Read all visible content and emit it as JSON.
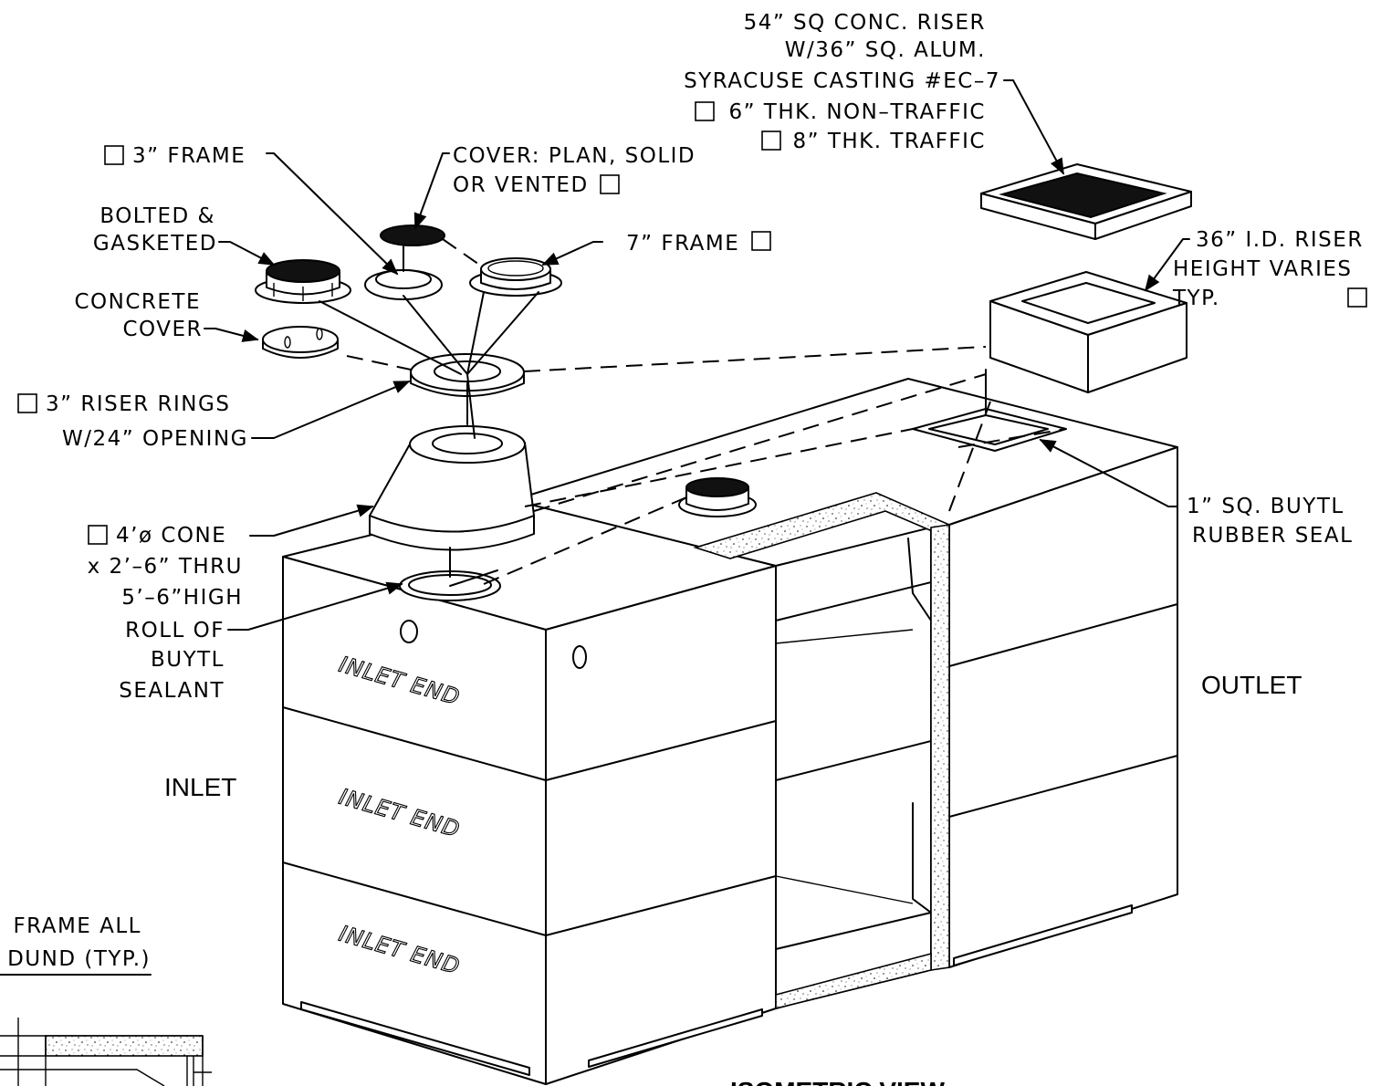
{
  "labels": {
    "casting_l1": "54” SQ CONC. RISER",
    "casting_l2": "W/36” SQ. ALUM.",
    "casting_l3": "SYRACUSE CASTING #EC–7",
    "casting_l4": "6” THK. NON–TRAFFIC",
    "casting_l5": "8” THK. TRAFFIC",
    "frame3": "3” FRAME",
    "cover_l1": "COVER: PLAN, SOLID",
    "cover_l2": "OR VENTED",
    "bolted_l1": "BOLTED &",
    "bolted_l2": "GASKETED",
    "frame7": "7” FRAME",
    "concrete_l1": "CONCRETE",
    "concrete_l2": "COVER",
    "riser36_l1": "36” I.D. RISER",
    "riser36_l2": "HEIGHT VARIES",
    "riser36_l3": "TYP.",
    "rings_l1": "3” RISER RINGS",
    "rings_l2": "W/24” OPENING",
    "seal_l1": "1” SQ. BUYTL",
    "seal_l2": "RUBBER SEAL",
    "cone_l1": "4’ø CONE",
    "cone_l2": "x 2’–6” THRU",
    "cone_l3": "5’–6”HIGH",
    "roll_l1": "ROLL OF",
    "roll_l2": "BUYTL",
    "roll_l3": "SEALANT",
    "inlet": "INLET",
    "outlet": "OUTLET",
    "inlet_end": "INLET END",
    "frame_all_l1": "FRAME ALL",
    "frame_all_l2": "DUND (TYP.)",
    "view_title": "ISOMETRIC VIEW"
  }
}
